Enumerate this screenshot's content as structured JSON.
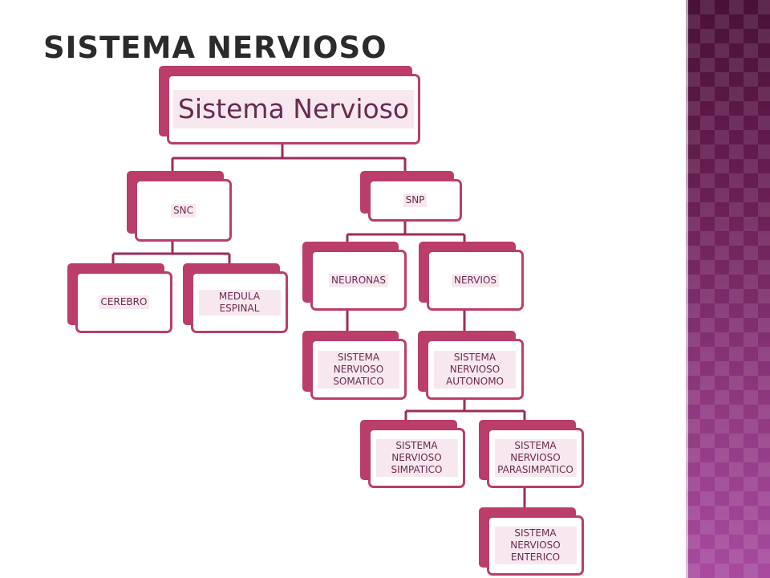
{
  "slide": {
    "title": "SISTEMA NERVIOSO"
  },
  "diagram": {
    "root": "Sistema Nervioso",
    "snc": "SNC",
    "cerebro": "CEREBRO",
    "medula": "MEDULA ESPINAL",
    "snp": "SNP",
    "neuronas": "NEURONAS",
    "nervios": "NERVIOS",
    "somatico": "SISTEMA NERVIOSO SOMATICO",
    "autonomo": "SISTEMA NERVIOSO AUTONOMO",
    "simpatico": "SISTEMA NERVIOSO SIMPATICO",
    "parasimpatico": "SISTEMA NERVIOSO PARASIMPATICO",
    "enterico": "SISTEMA NERVIOSO ENTERICO"
  },
  "colors": {
    "accent": "#bb3d6c",
    "label_bg": "#f7e8ef",
    "text": "#6a2a4e",
    "connector": "#9b2d5c"
  }
}
